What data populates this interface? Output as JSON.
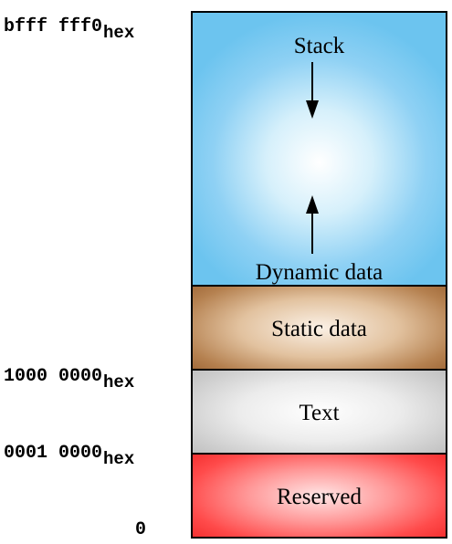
{
  "addresses": [
    {
      "main": "bfff fff0",
      "sub": "hex"
    },
    {
      "main": "1000 0000",
      "sub": "hex"
    },
    {
      "main": "0001 0000",
      "sub": "hex"
    },
    {
      "main": "0"
    }
  ],
  "segments": {
    "stack": {
      "top_label": "Stack",
      "bottom_label": "Dynamic data",
      "color": "#6cc4ef"
    },
    "static": {
      "label": "Static data",
      "color": "#b58150"
    },
    "text": {
      "label": "Text",
      "color": "#cdcdcd"
    },
    "reserved": {
      "label": "Reserved",
      "color": "#f22a2a"
    }
  }
}
